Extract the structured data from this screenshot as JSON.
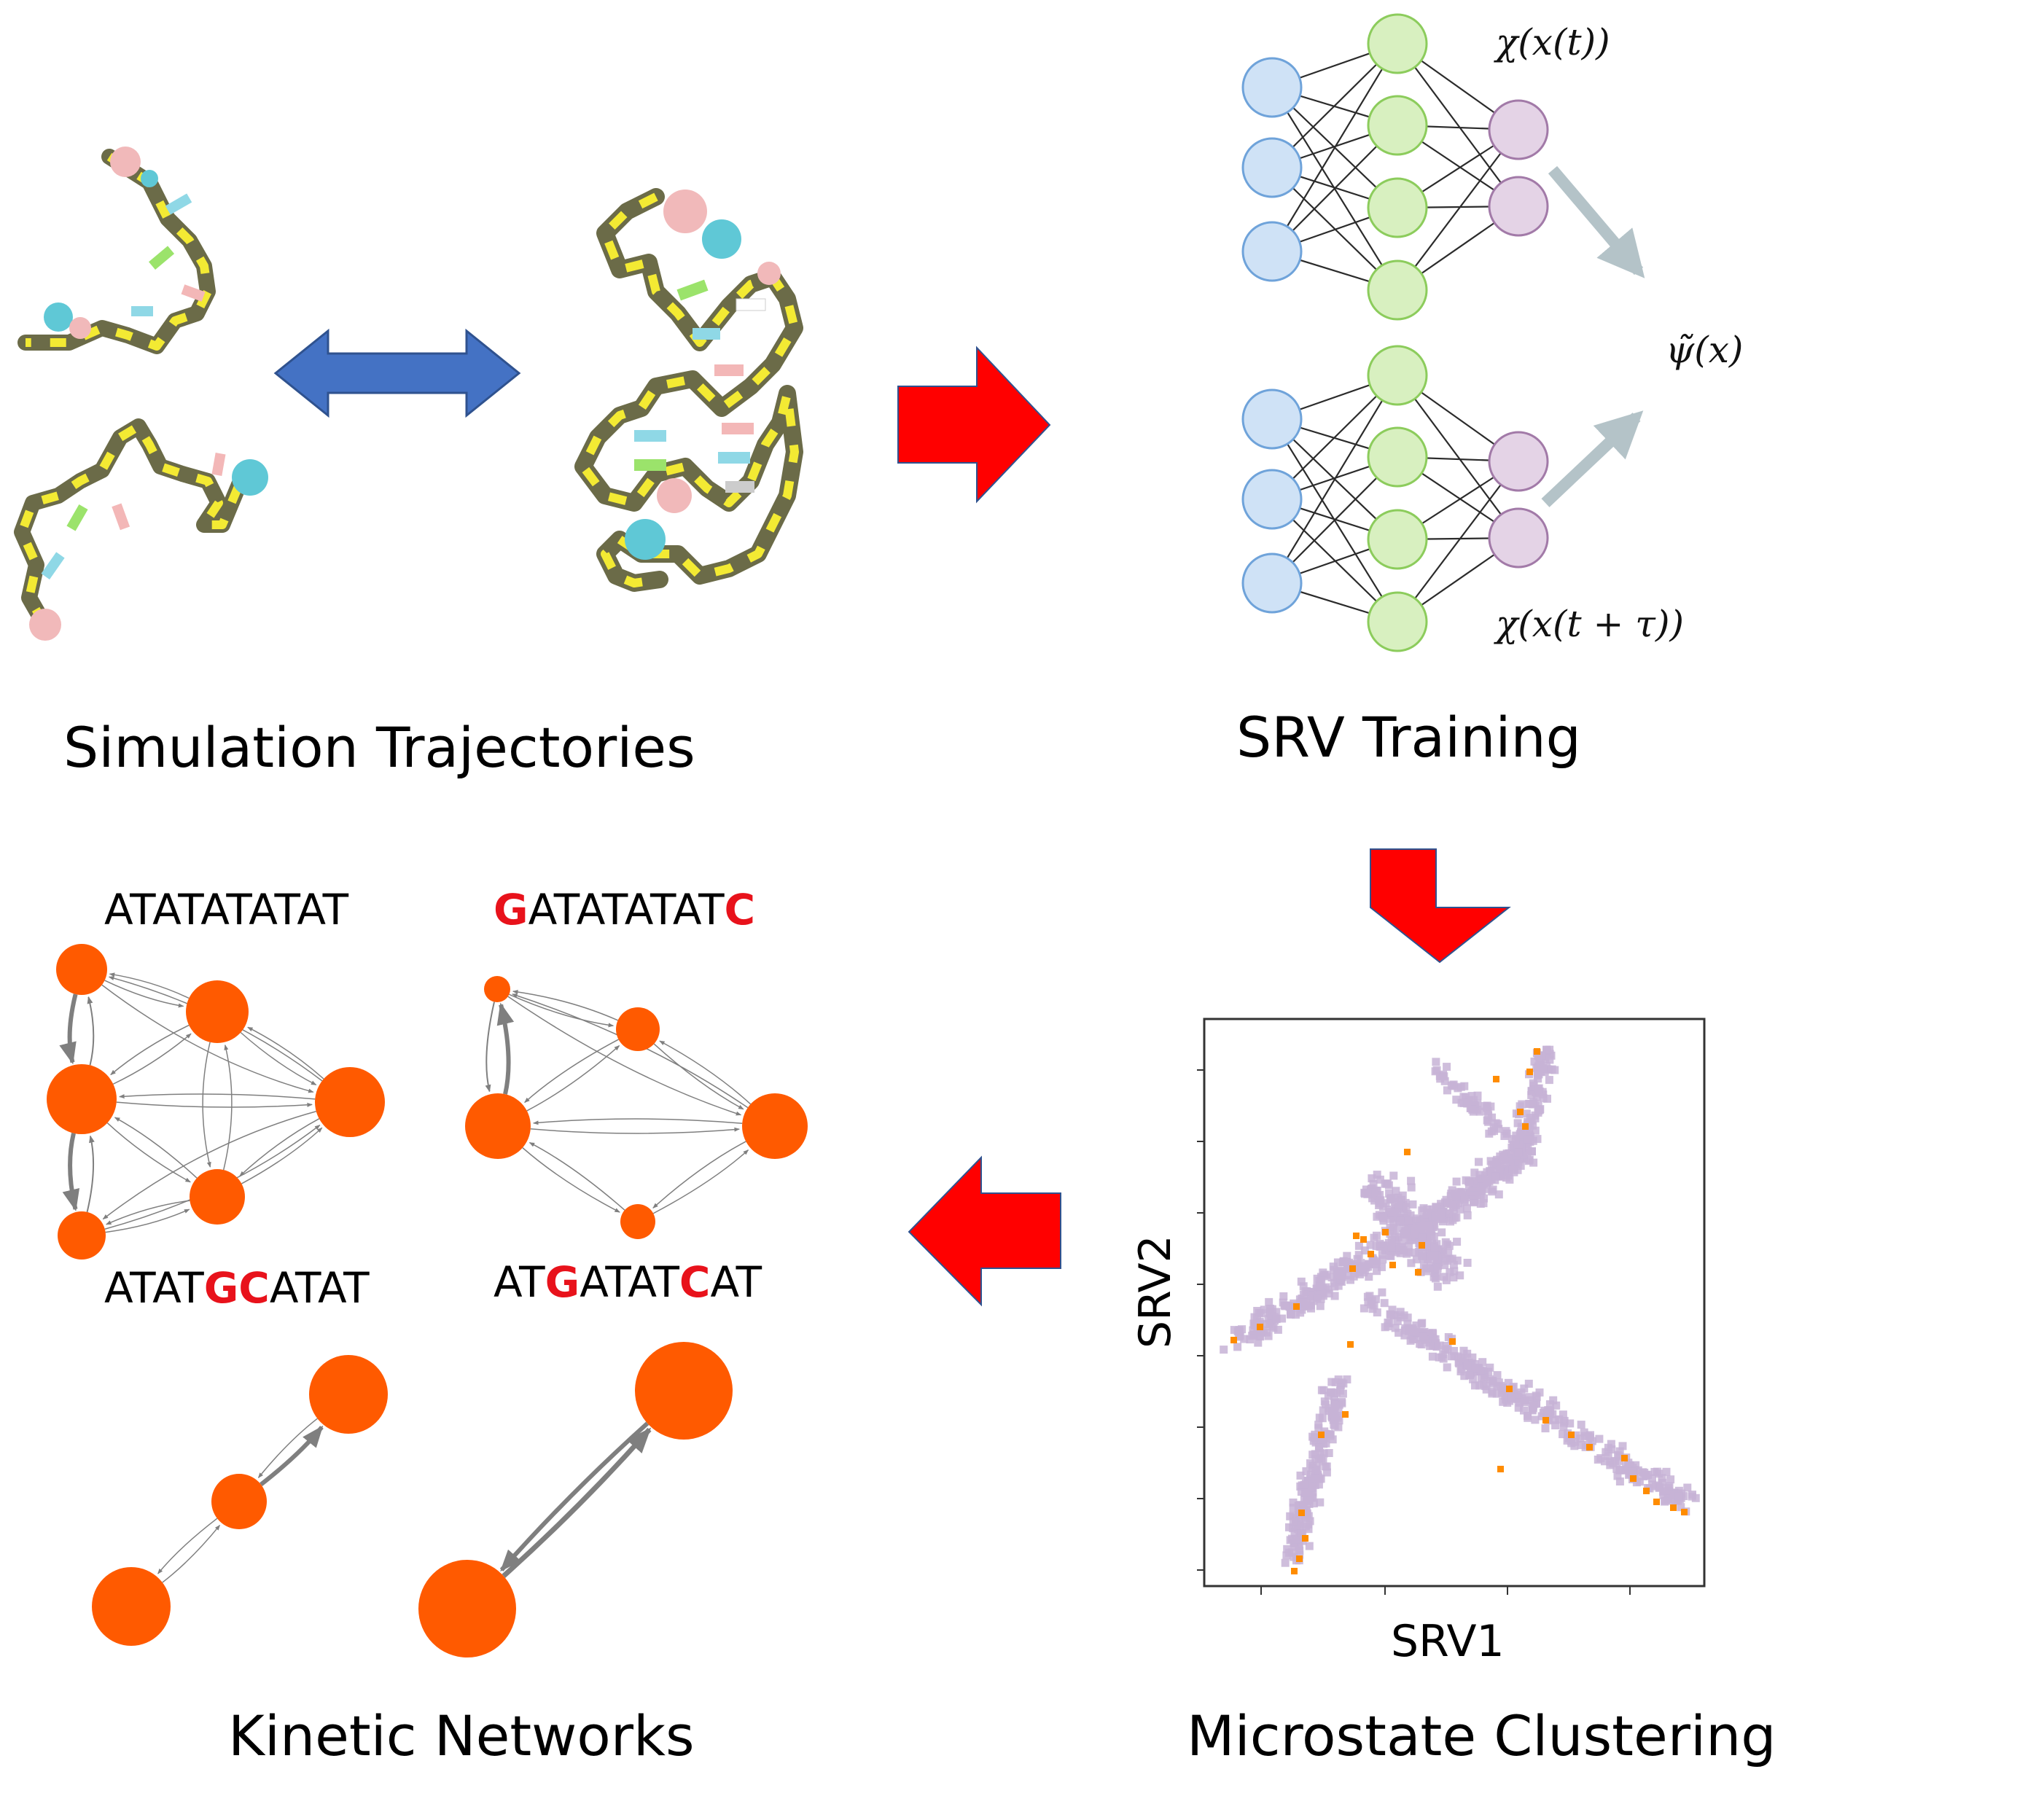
{
  "titles": {
    "simulation": "Simulation Trajectories",
    "srv_training": "SRV Training",
    "microstate": "Microstate Clustering",
    "kinetic": "Kinetic Networks"
  },
  "formulas": {
    "chi_t": "χ(x(t))",
    "chi_t_tau": "χ(x(t + τ))",
    "psi": "ψ̃(x)"
  },
  "scatter": {
    "xlabel": "SRV1",
    "ylabel": "SRV2"
  },
  "sequences": [
    {
      "parts": [
        {
          "t": "ATATATATAT",
          "red": false
        }
      ]
    },
    {
      "parts": [
        {
          "t": "G",
          "red": true
        },
        {
          "t": "ATATATAT",
          "red": false
        },
        {
          "t": "C",
          "red": true
        }
      ]
    },
    {
      "parts": [
        {
          "t": "ATAT",
          "red": false
        },
        {
          "t": "GC",
          "red": true
        },
        {
          "t": "ATAT",
          "red": false
        }
      ]
    },
    {
      "parts": [
        {
          "t": "AT",
          "red": false
        },
        {
          "t": "G",
          "red": true
        },
        {
          "t": "ATAT",
          "red": false
        },
        {
          "t": "C",
          "red": true
        },
        {
          "t": "AT",
          "red": false
        }
      ]
    }
  ],
  "colors": {
    "node": "#ff5a00",
    "flow_arrow": "#ff0000",
    "double_arrow": "#4472c4",
    "nn_input": "#cfe2f6",
    "nn_hidden": "#d8f0c0",
    "nn_output": "#e4d3e6",
    "density": "#c7b3d6",
    "centers": "#ff8c00"
  }
}
